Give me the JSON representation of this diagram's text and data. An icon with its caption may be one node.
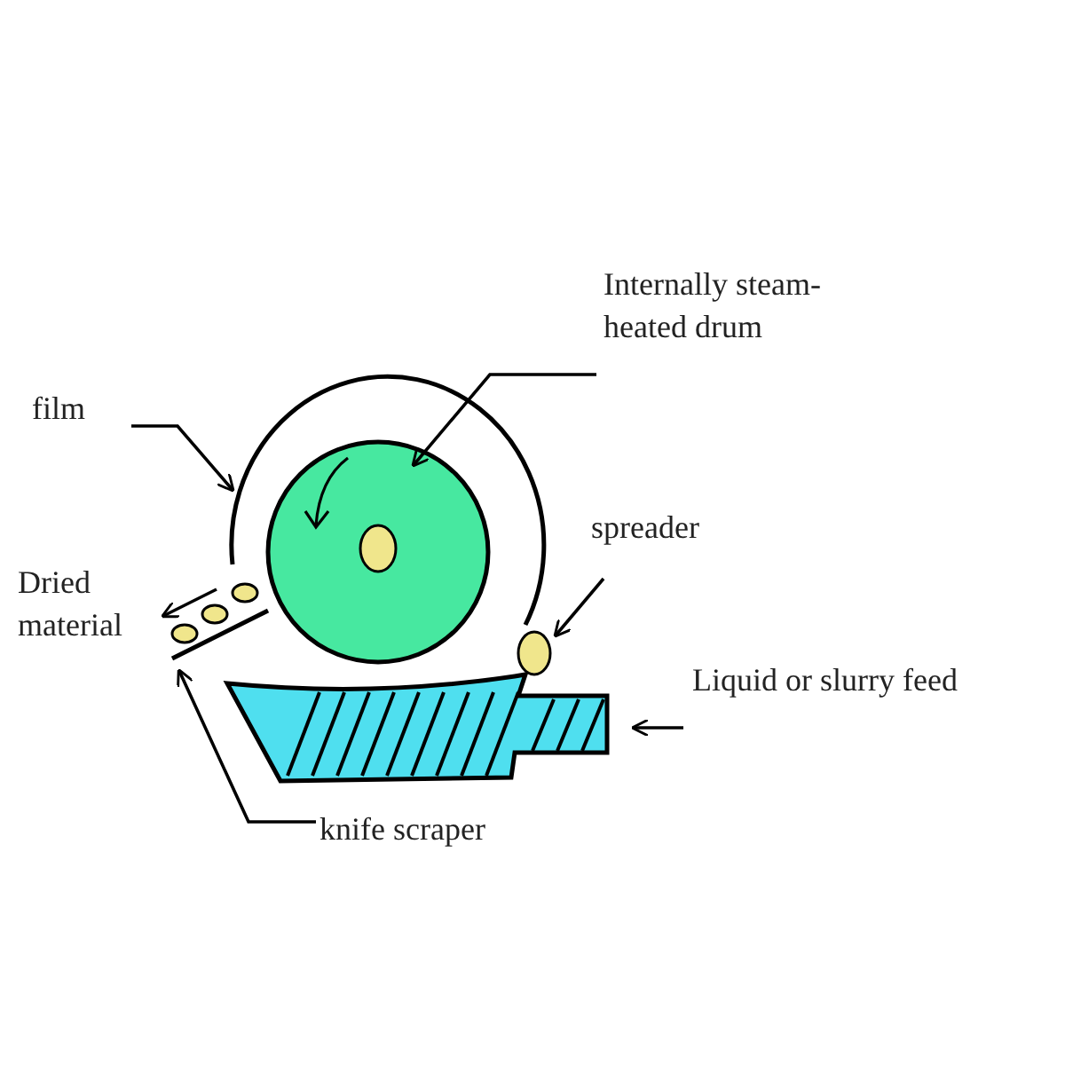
{
  "diagram": {
    "nodes": [
      {
        "text": [
          "Internally steam-heated drum"
        ]
      },
      {
        "text": [
          "film"
        ]
      },
      {
        "text": [
          "Dried material"
        ]
      },
      {
        "text": [
          "spreader"
        ]
      },
      {
        "text": [
          "Liquid or slurry feed"
        ]
      },
      {
        "text": [
          "knife scraper"
        ]
      },
      {
        "text": [],
        "shape": "circle"
      },
      {
        "text": [],
        "shape": "circle",
        "in": 6
      },
      {
        "text": [],
        "shape": "circle"
      },
      {
        "text": [],
        "shape": "box"
      },
      {
        "text": [],
        "shape": "bar"
      },
      {
        "text": [],
        "shape": "circle"
      }
    ],
    "edges": [
      {
        "from": 0,
        "to": 7,
        "arrow": "to"
      },
      {
        "from": 1,
        "to": 6,
        "arrow": "to"
      },
      {
        "from": 3,
        "to": 8,
        "arrow": "to"
      },
      {
        "from": 5,
        "to": 10,
        "arrow": "to"
      },
      {
        "from": 11,
        "to": 2,
        "arrow": "to"
      },
      {
        "from": 4,
        "to": 9,
        "arrow": "to"
      }
    ]
  }
}
